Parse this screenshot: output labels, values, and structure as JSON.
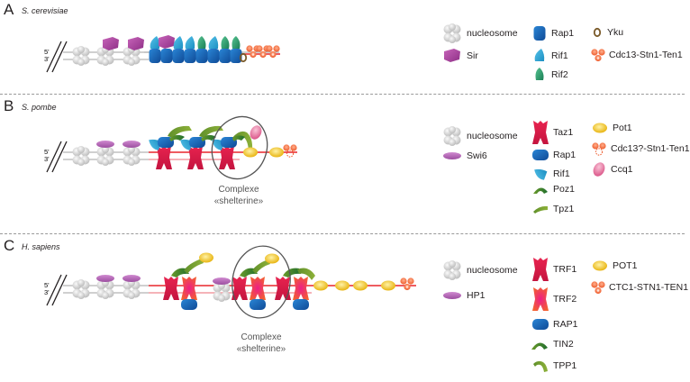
{
  "panels": [
    {
      "letter": "A",
      "species": "S. cerevisiae",
      "strand_labels": [
        "5'",
        "3'"
      ],
      "legend": [
        {
          "icon": "nucleosome-icon",
          "label": "nucleosome"
        },
        {
          "icon": "sir-icon",
          "label": "Sir"
        },
        {
          "icon": "rap1-icon",
          "label": "Rap1"
        },
        {
          "icon": "rif1-icon",
          "label": "Rif1"
        },
        {
          "icon": "rif2-icon",
          "label": "Rif2"
        },
        {
          "icon": "yku-icon",
          "label": "Yku"
        },
        {
          "icon": "cst-icon",
          "label": "Cdc13-Stn1-Ten1"
        }
      ]
    },
    {
      "letter": "B",
      "species": "S. pombe",
      "strand_labels": [
        "5'",
        "3'"
      ],
      "complex_label": [
        "Complexe",
        "«shelterine»"
      ],
      "legend": [
        {
          "icon": "nucleosome-icon",
          "label": "nucleosome"
        },
        {
          "icon": "swi6-icon",
          "label": "Swi6"
        },
        {
          "icon": "taz1-icon",
          "label": "Taz1"
        },
        {
          "icon": "rap1-icon",
          "label": "Rap1"
        },
        {
          "icon": "rif1-icon",
          "label": "Rif1"
        },
        {
          "icon": "poz1-icon",
          "label": "Poz1"
        },
        {
          "icon": "tpz1-icon",
          "label": "Tpz1"
        },
        {
          "icon": "pot1-icon",
          "label": "Pot1"
        },
        {
          "icon": "cst-icon",
          "label": "Cdc13?-Stn1-Ten1"
        },
        {
          "icon": "ccq1-icon",
          "label": "Ccq1"
        }
      ]
    },
    {
      "letter": "C",
      "species": "H. sapiens",
      "strand_labels": [
        "5'",
        "3'"
      ],
      "complex_label": [
        "Complexe",
        "«shelterine»"
      ],
      "legend": [
        {
          "icon": "nucleosome-icon",
          "label": "nucleosome"
        },
        {
          "icon": "hp1-icon",
          "label": "HP1"
        },
        {
          "icon": "trf1-icon",
          "label": "TRF1"
        },
        {
          "icon": "trf2-icon",
          "label": "TRF2"
        },
        {
          "icon": "rap1-icon",
          "label": "RAP1"
        },
        {
          "icon": "tin2-icon",
          "label": "TIN2"
        },
        {
          "icon": "tpp1-icon",
          "label": "TPP1"
        },
        {
          "icon": "pot1-icon",
          "label": "POT1"
        },
        {
          "icon": "cst-icon",
          "label": "CTC1-STN1-TEN1"
        }
      ]
    }
  ],
  "colors": {
    "dna": "#b3b3b3",
    "telomere": "#e8262c",
    "telomere_pale": "#f29aa0",
    "nucleosome": "#d9d9d9",
    "sir": "#b24aa6",
    "hp1": "#b565b5",
    "rap1": "#1b63b4",
    "rif1": "#2da5d6",
    "rif2": "#2d9f6d",
    "yku": "#7a5a2a",
    "cst": "#f26a3b",
    "taz1": "#e21a4f",
    "trf2": "#f04e37",
    "tin2": "#3f8a2f",
    "tpp1": "#6a9a2c",
    "pot1": "#f2c11c",
    "ccq1": "#e3729a"
  }
}
